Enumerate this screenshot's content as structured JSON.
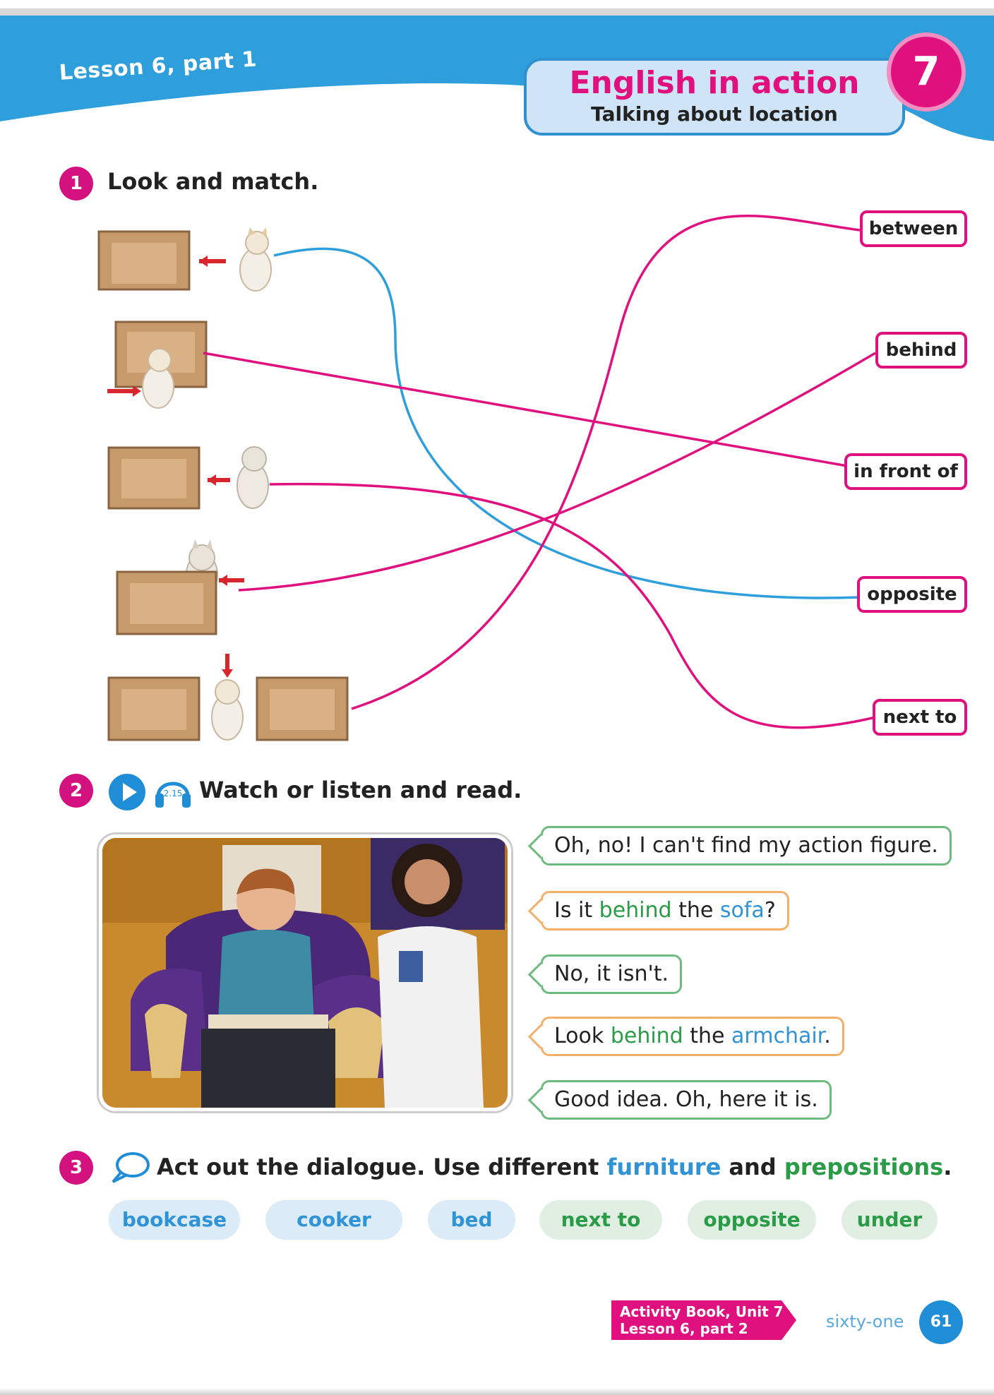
{
  "header": {
    "lesson": "Lesson 6, part 1",
    "title": "English in action",
    "subtitle": "Talking about location",
    "unit_number": "7",
    "colors": {
      "band": "#2f9fdc",
      "title": "#e0117e",
      "badge": "#e0117e"
    }
  },
  "exercise1": {
    "number": "1",
    "instruction": "Look and match.",
    "pictures": [
      {
        "name": "cat-next-to-box-picture"
      },
      {
        "name": "cat-in-front-of-box-picture"
      },
      {
        "name": "cat-opposite-box-picture"
      },
      {
        "name": "cat-behind-box-picture"
      },
      {
        "name": "cat-between-boxes-picture"
      }
    ],
    "words": [
      "between",
      "behind",
      "in front of",
      "opposite",
      "next to"
    ]
  },
  "exercise2": {
    "number": "2",
    "instruction": "Watch or listen and read.",
    "icons": [
      "play-video-icon",
      "audio-track-icon"
    ],
    "audio_track": "2.15",
    "dialogue": {
      "line1": "Oh, no! I can't find my action figure.",
      "line2": {
        "a": "Is it ",
        "b": "behind",
        "c": " the ",
        "d": "sofa",
        "e": "?"
      },
      "line3": "No, it isn't.",
      "line4": {
        "a": "Look ",
        "b": "behind",
        "c": " the ",
        "d": "armchair",
        "e": "."
      },
      "line5": "Good idea. Oh, here it is."
    }
  },
  "exercise3": {
    "number": "3",
    "instruction": {
      "a": "Act out the dialogue. Use different ",
      "b": "furniture",
      "c": " and ",
      "d": "prepositions",
      "e": "."
    },
    "furniture": [
      "bookcase",
      "cooker",
      "bed"
    ],
    "prepositions": [
      "next to",
      "opposite",
      "under"
    ]
  },
  "footer": {
    "activity_book": {
      "line1": "Activity Book, Unit 7",
      "line2": "Lesson 6, part 2"
    },
    "page_word": "sixty-one",
    "page_number": "61"
  }
}
